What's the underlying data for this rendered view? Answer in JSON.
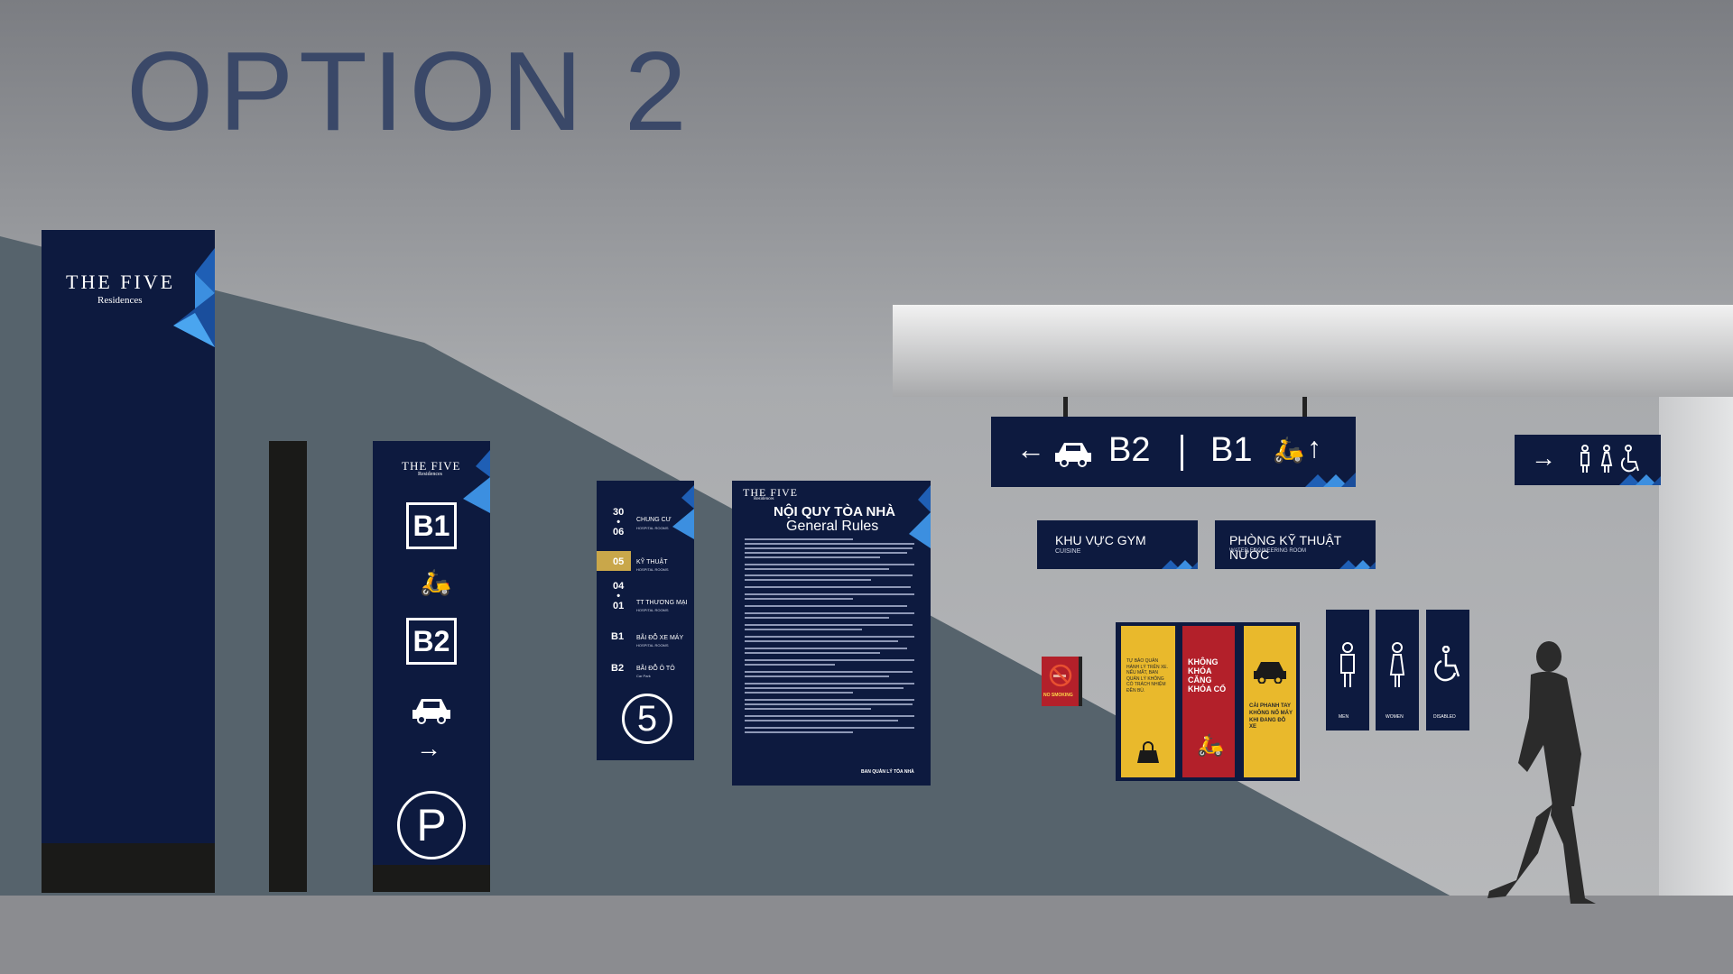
{
  "title": "OPTION 2",
  "brand": {
    "name": "THE FIVE",
    "sub": "Residences"
  },
  "pylon_small": {
    "levels": [
      "B1",
      "B2"
    ],
    "parking_letter": "P",
    "arrow": "→"
  },
  "directory": {
    "rows": [
      {
        "level": "30\n•\n06",
        "label": "CHUNG CƯ",
        "sub": "HOSPITAL ROOMS"
      },
      {
        "level": "05",
        "label": "KỸ THUẬT",
        "sub": "HOSPITAL ROOMS"
      },
      {
        "level": "04\n•\n01",
        "label": "TT THƯƠNG MẠI",
        "sub": "HOSPITAL ROOMS"
      },
      {
        "level": "B1",
        "label": "BÃI ĐỖ XE MÁY",
        "sub": "HOSPITAL ROOMS"
      },
      {
        "level": "B2",
        "label": "BÃI ĐỖ Ô TÔ",
        "sub": "Car Park"
      }
    ],
    "number": "5"
  },
  "rules": {
    "brand": "THE FIVE",
    "brand_sub": "Residences",
    "title_vi": "NỘI QUY TÒA NHÀ",
    "title_en": "General Rules",
    "footer": "BAN QUẢN LÝ TÒA NHÀ"
  },
  "hanging_sign": {
    "left_level": "B2",
    "right_level": "B1",
    "left_arrow": "←",
    "right_arrow": "↑"
  },
  "wc_sign": {
    "arrow": "→"
  },
  "room_signs": [
    {
      "title": "KHU VỰC GYM",
      "sub": "CUISINE"
    },
    {
      "title": "PHÒNG KỸ THUẬT NƯỚC",
      "sub": "WATER ENGINEERING ROOM"
    }
  ],
  "no_smoking": {
    "label": "NO SMOKING"
  },
  "warning_signs": [
    {
      "text": "TỰ BẢO QUẢN HÀNH LÝ TRÊN XE. NẾU MẤT, BAN QUẢN LÝ KHÔNG CÓ TRÁCH NHIỆM ĐỀN BÙ.",
      "color": "#e9b92c"
    },
    {
      "text": "KHÔNG KHÓA CĂNG KHÓA CỔ",
      "color": "#b3202a"
    },
    {
      "text": "CÀI PHANH TAY KHÔNG NỔ MÁY KHI ĐANG ĐỖ XE",
      "color": "#e9b92c"
    }
  ],
  "restroom_signs": [
    {
      "label": "MEN"
    },
    {
      "label": "WOMEN"
    },
    {
      "label": "DISABLED"
    }
  ],
  "colors": {
    "navy": "#0d1a3f",
    "accent_blue": "#2a7fd4",
    "gold": "#c9a74a"
  }
}
